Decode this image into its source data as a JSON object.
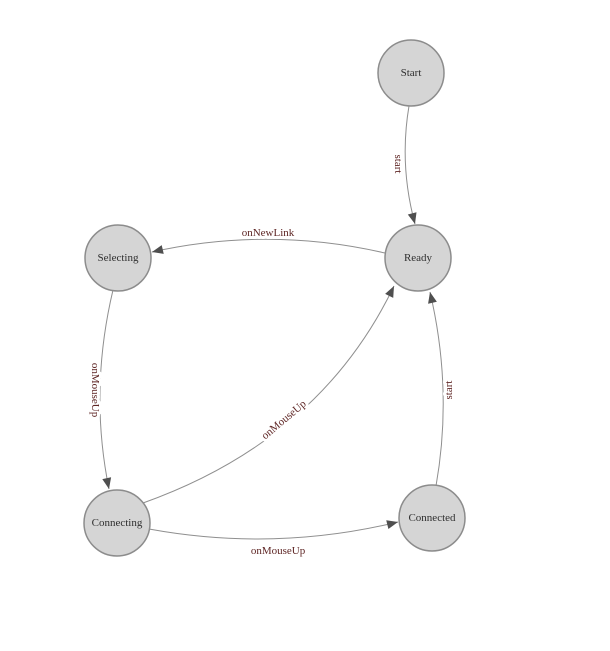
{
  "diagram": {
    "type": "state-machine",
    "nodes": [
      {
        "id": "start",
        "label": "Start"
      },
      {
        "id": "ready",
        "label": "Ready"
      },
      {
        "id": "selecting",
        "label": "Selecting"
      },
      {
        "id": "connecting",
        "label": "Connecting"
      },
      {
        "id": "connected",
        "label": "Connected"
      }
    ],
    "edges": [
      {
        "from": "start",
        "to": "ready",
        "label": "start"
      },
      {
        "from": "ready",
        "to": "selecting",
        "label": "onNewLink"
      },
      {
        "from": "selecting",
        "to": "connecting",
        "label": "onMouseUp"
      },
      {
        "from": "connecting",
        "to": "ready",
        "label": "onMouseUp"
      },
      {
        "from": "connecting",
        "to": "connected",
        "label": "onMouseUp"
      },
      {
        "from": "connected",
        "to": "ready",
        "label": "start"
      }
    ],
    "colors": {
      "background": "#ffffff",
      "node_fill": "#d5d5d5",
      "node_stroke": "#8c8c8c",
      "node_label": "#2f2f2f",
      "edge_stroke": "#8f8f8f",
      "arrowhead": "#4f4f4f",
      "edge_label": "#5e2524"
    }
  }
}
